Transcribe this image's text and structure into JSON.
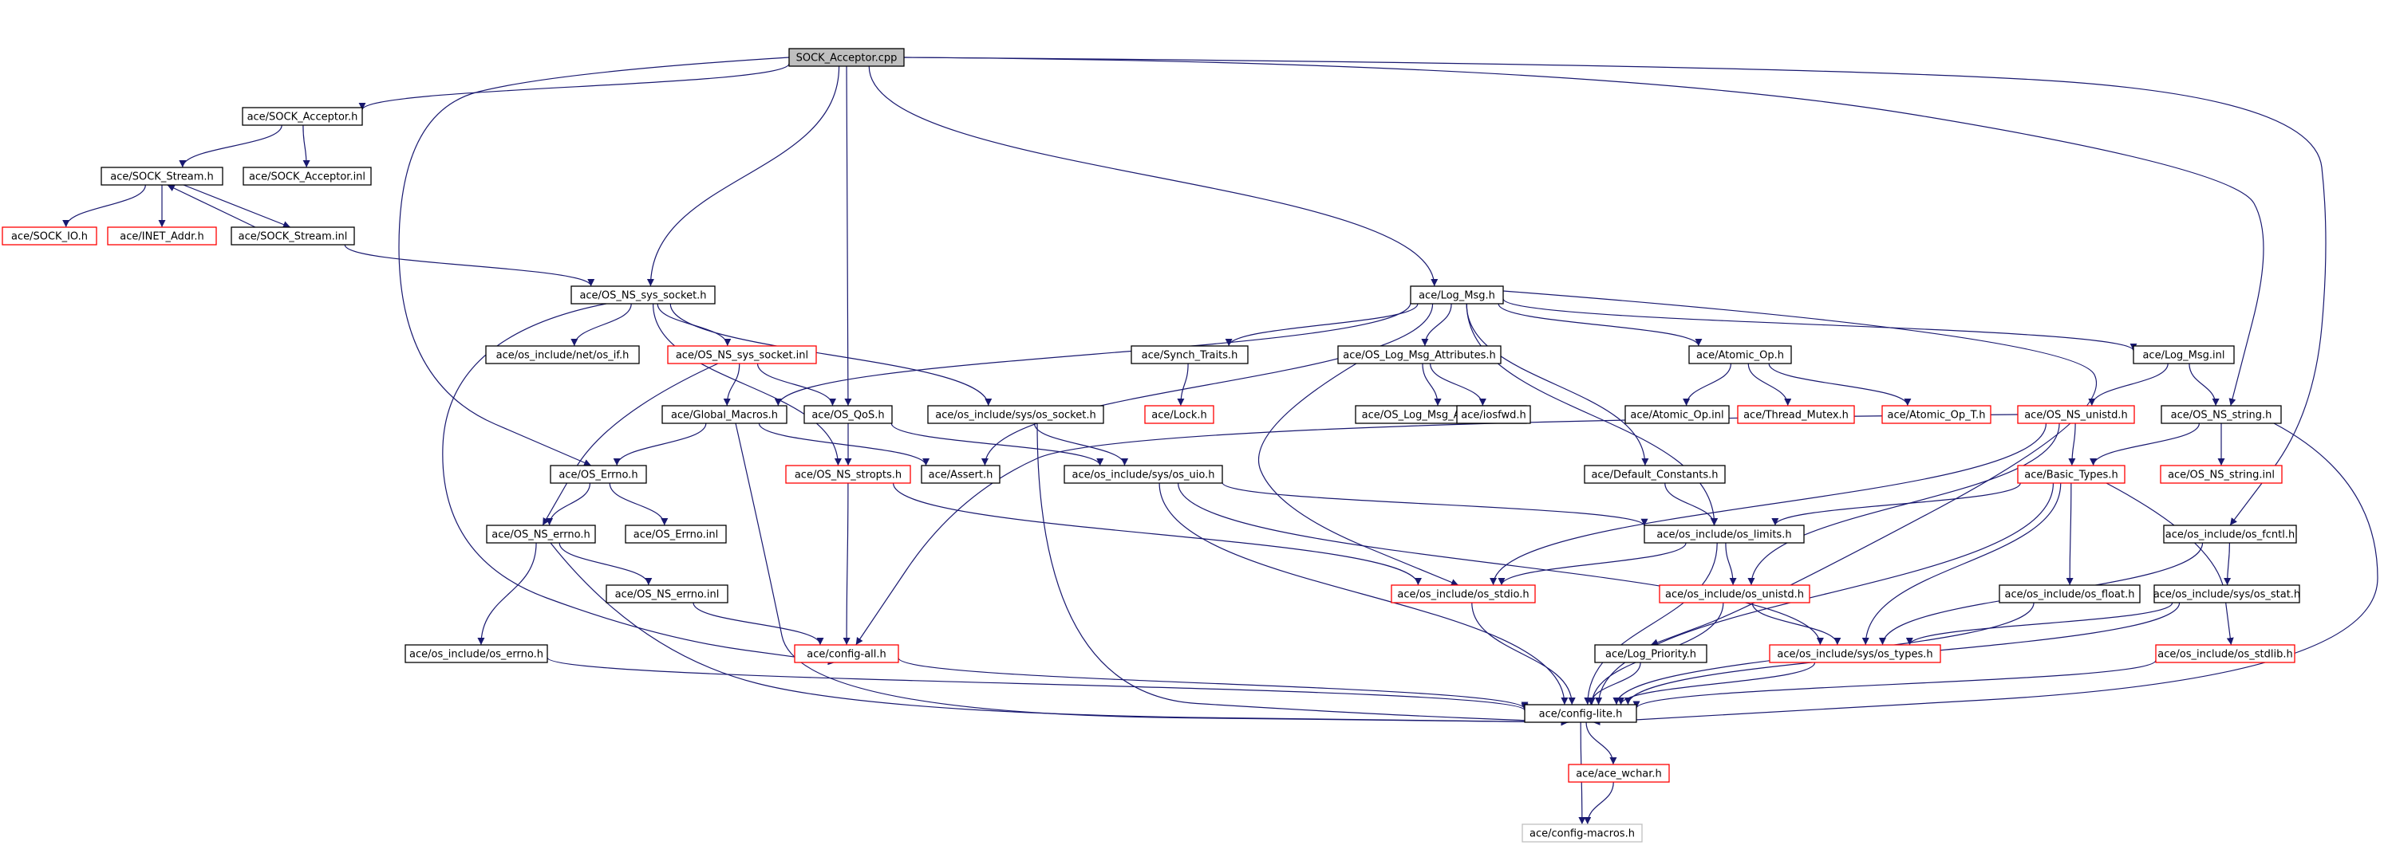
{
  "graph": {
    "nodes": [
      {
        "id": "root",
        "label": "SOCK_Acceptor.cpp",
        "style": "root"
      },
      {
        "id": "sockacc_h",
        "label": "ace/SOCK_Acceptor.h",
        "style": "normal"
      },
      {
        "id": "sockstream_h",
        "label": "ace/SOCK_Stream.h",
        "style": "normal"
      },
      {
        "id": "sockacc_inl",
        "label": "ace/SOCK_Acceptor.inl",
        "style": "normal"
      },
      {
        "id": "sockio_h",
        "label": "ace/SOCK_IO.h",
        "style": "truncated"
      },
      {
        "id": "inetaddr_h",
        "label": "ace/INET_Addr.h",
        "style": "truncated"
      },
      {
        "id": "sockstream_inl",
        "label": "ace/SOCK_Stream.inl",
        "style": "normal"
      },
      {
        "id": "osns_syssocket_h",
        "label": "ace/OS_NS_sys_socket.h",
        "style": "normal"
      },
      {
        "id": "logmsg_h",
        "label": "ace/Log_Msg.h",
        "style": "normal"
      },
      {
        "id": "osif_h",
        "label": "ace/os_include/net/os_if.h",
        "style": "normal"
      },
      {
        "id": "osns_syssocket_inl",
        "label": "ace/OS_NS_sys_socket.inl",
        "style": "truncated"
      },
      {
        "id": "synchtraits_h",
        "label": "ace/Synch_Traits.h",
        "style": "normal"
      },
      {
        "id": "oslogmsgattr_h",
        "label": "ace/OS_Log_Msg_Attributes.h",
        "style": "normal"
      },
      {
        "id": "atomicop_h",
        "label": "ace/Atomic_Op.h",
        "style": "normal"
      },
      {
        "id": "logmsg_inl",
        "label": "ace/Log_Msg.inl",
        "style": "normal"
      },
      {
        "id": "globalmacros_h",
        "label": "ace/Global_Macros.h",
        "style": "normal"
      },
      {
        "id": "osqos_h",
        "label": "ace/OS_QoS.h",
        "style": "normal"
      },
      {
        "id": "ossyssocket_h",
        "label": "ace/os_include/sys/os_socket.h",
        "style": "normal"
      },
      {
        "id": "lock_h",
        "label": "ace/Lock.h",
        "style": "truncated"
      },
      {
        "id": "oslogmsgattr_inl",
        "label": "ace/OS_Log_Msg_Attributes.inl",
        "style": "normal"
      },
      {
        "id": "iosfwd_h",
        "label": "ace/iosfwd.h",
        "style": "normal"
      },
      {
        "id": "atomicop_inl",
        "label": "ace/Atomic_Op.inl",
        "style": "normal"
      },
      {
        "id": "threadmutex_h",
        "label": "ace/Thread_Mutex.h",
        "style": "truncated"
      },
      {
        "id": "atomicopt_h",
        "label": "ace/Atomic_Op_T.h",
        "style": "truncated"
      },
      {
        "id": "osnsunistd_h",
        "label": "ace/OS_NS_unistd.h",
        "style": "truncated"
      },
      {
        "id": "osnsstring_h",
        "label": "ace/OS_NS_string.h",
        "style": "normal"
      },
      {
        "id": "oserrno_h",
        "label": "ace/OS_Errno.h",
        "style": "normal"
      },
      {
        "id": "osnsstropts_h",
        "label": "ace/OS_NS_stropts.h",
        "style": "truncated"
      },
      {
        "id": "assert_h",
        "label": "ace/Assert.h",
        "style": "normal"
      },
      {
        "id": "osuio_h",
        "label": "ace/os_include/sys/os_uio.h",
        "style": "normal"
      },
      {
        "id": "defaultconst_h",
        "label": "ace/Default_Constants.h",
        "style": "normal"
      },
      {
        "id": "basictypes_h",
        "label": "ace/Basic_Types.h",
        "style": "truncated"
      },
      {
        "id": "osnsstring_inl",
        "label": "ace/OS_NS_string.inl",
        "style": "truncated"
      },
      {
        "id": "osnserrno_h",
        "label": "ace/OS_NS_errno.h",
        "style": "normal"
      },
      {
        "id": "oserrno_inl",
        "label": "ace/OS_Errno.inl",
        "style": "normal"
      },
      {
        "id": "oslimits_h",
        "label": "ace/os_include/os_limits.h",
        "style": "normal"
      },
      {
        "id": "osfcntl_h",
        "label": "ace/os_include/os_fcntl.h",
        "style": "normal"
      },
      {
        "id": "osnserrno_inl",
        "label": "ace/OS_NS_errno.inl",
        "style": "normal"
      },
      {
        "id": "osstdio_h",
        "label": "ace/os_include/os_stdio.h",
        "style": "truncated"
      },
      {
        "id": "osunistd_h",
        "label": "ace/os_include/os_unistd.h",
        "style": "truncated"
      },
      {
        "id": "osfloat_h",
        "label": "ace/os_include/os_float.h",
        "style": "normal"
      },
      {
        "id": "osstat_h",
        "label": "ace/os_include/sys/os_stat.h",
        "style": "normal"
      },
      {
        "id": "oserrnoh_h",
        "label": "ace/os_include/os_errno.h",
        "style": "normal"
      },
      {
        "id": "configall_h",
        "label": "ace/config-all.h",
        "style": "truncated"
      },
      {
        "id": "logpriority_h",
        "label": "ace/Log_Priority.h",
        "style": "normal"
      },
      {
        "id": "ostypes_h",
        "label": "ace/os_include/sys/os_types.h",
        "style": "truncated"
      },
      {
        "id": "osstdlib_h",
        "label": "ace/os_include/os_stdlib.h",
        "style": "truncated"
      },
      {
        "id": "configlite_h",
        "label": "ace/config-lite.h",
        "style": "normal"
      },
      {
        "id": "acewchar_h",
        "label": "ace/ace_wchar.h",
        "style": "truncated"
      },
      {
        "id": "configmacros_h",
        "label": "ace/config-macros.h",
        "style": "external"
      }
    ],
    "edges": [
      [
        "root",
        "sockacc_h"
      ],
      [
        "root",
        "oserrno_h"
      ],
      [
        "root",
        "osns_syssocket_h"
      ],
      [
        "root",
        "osqos_h"
      ],
      [
        "root",
        "logmsg_h"
      ],
      [
        "root",
        "osnsstring_h"
      ],
      [
        "root",
        "osfcntl_h"
      ],
      [
        "sockacc_h",
        "sockstream_h"
      ],
      [
        "sockacc_h",
        "sockacc_inl"
      ],
      [
        "sockstream_h",
        "sockio_h"
      ],
      [
        "sockstream_h",
        "inetaddr_h"
      ],
      [
        "sockstream_h",
        "sockstream_inl"
      ],
      [
        "sockstream_inl",
        "sockstream_h"
      ],
      [
        "sockstream_inl",
        "osns_syssocket_h"
      ],
      [
        "osns_syssocket_h",
        "osif_h"
      ],
      [
        "osns_syssocket_h",
        "osns_syssocket_inl"
      ],
      [
        "osns_syssocket_h",
        "ossyssocket_h"
      ],
      [
        "osns_syssocket_h",
        "osnsstropts_h"
      ],
      [
        "osns_syssocket_h",
        "configall_h"
      ],
      [
        "osns_syssocket_inl",
        "globalmacros_h"
      ],
      [
        "osns_syssocket_inl",
        "osqos_h"
      ],
      [
        "osns_syssocket_inl",
        "osnserrno_h"
      ],
      [
        "logmsg_h",
        "synchtraits_h"
      ],
      [
        "logmsg_h",
        "oslogmsgattr_h"
      ],
      [
        "logmsg_h",
        "atomicop_h"
      ],
      [
        "logmsg_h",
        "logmsg_inl"
      ],
      [
        "logmsg_h",
        "globalmacros_h"
      ],
      [
        "logmsg_h",
        "assert_h"
      ],
      [
        "logmsg_h",
        "defaultconst_h"
      ],
      [
        "logmsg_h",
        "oslimits_h"
      ],
      [
        "logmsg_h",
        "logpriority_h"
      ],
      [
        "synchtraits_h",
        "lock_h"
      ],
      [
        "oslogmsgattr_h",
        "oslogmsgattr_inl"
      ],
      [
        "oslogmsgattr_h",
        "iosfwd_h"
      ],
      [
        "oslogmsgattr_h",
        "osstdio_h"
      ],
      [
        "atomicop_h",
        "atomicop_inl"
      ],
      [
        "atomicop_h",
        "threadmutex_h"
      ],
      [
        "atomicop_h",
        "atomicopt_h"
      ],
      [
        "logmsg_inl",
        "osnsunistd_h"
      ],
      [
        "logmsg_inl",
        "osnsstring_h"
      ],
      [
        "globalmacros_h",
        "oserrno_h"
      ],
      [
        "globalmacros_h",
        "assert_h"
      ],
      [
        "globalmacros_h",
        "configlite_h"
      ],
      [
        "osqos_h",
        "osnsstropts_h"
      ],
      [
        "osqos_h",
        "osuio_h"
      ],
      [
        "ossyssocket_h",
        "osuio_h"
      ],
      [
        "ossyssocket_h",
        "configlite_h"
      ],
      [
        "osnsunistd_h",
        "basictypes_h"
      ],
      [
        "osnsunistd_h",
        "osunistd_h"
      ],
      [
        "osnsunistd_h",
        "osstdio_h"
      ],
      [
        "osnsunistd_h",
        "configall_h"
      ],
      [
        "osnsstring_h",
        "basictypes_h"
      ],
      [
        "osnsstring_h",
        "osnsstring_inl"
      ],
      [
        "osnsstring_h",
        "configlite_h"
      ],
      [
        "oserrno_h",
        "osnserrno_h"
      ],
      [
        "oserrno_h",
        "oserrno_inl"
      ],
      [
        "osnsstropts_h",
        "osstdio_h"
      ],
      [
        "osnsstropts_h",
        "configall_h"
      ],
      [
        "osuio_h",
        "oslimits_h"
      ],
      [
        "osuio_h",
        "ostypes_h"
      ],
      [
        "osuio_h",
        "configlite_h"
      ],
      [
        "defaultconst_h",
        "oslimits_h"
      ],
      [
        "basictypes_h",
        "oslimits_h"
      ],
      [
        "basictypes_h",
        "osfloat_h"
      ],
      [
        "basictypes_h",
        "ostypes_h"
      ],
      [
        "basictypes_h",
        "osstdlib_h"
      ],
      [
        "basictypes_h",
        "configlite_h"
      ],
      [
        "osnserrno_h",
        "osnserrno_inl"
      ],
      [
        "osnserrno_h",
        "oserrnoh_h"
      ],
      [
        "osnserrno_h",
        "configlite_h"
      ],
      [
        "oslimits_h",
        "osunistd_h"
      ],
      [
        "oslimits_h",
        "osstdio_h"
      ],
      [
        "oslimits_h",
        "configlite_h"
      ],
      [
        "osfcntl_h",
        "osstat_h"
      ],
      [
        "osfcntl_h",
        "ostypes_h"
      ],
      [
        "osnserrno_inl",
        "configall_h"
      ],
      [
        "osstdio_h",
        "configlite_h"
      ],
      [
        "osunistd_h",
        "ostypes_h"
      ],
      [
        "osunistd_h",
        "configlite_h"
      ],
      [
        "osfloat_h",
        "configlite_h"
      ],
      [
        "osstat_h",
        "ostypes_h"
      ],
      [
        "osstat_h",
        "configlite_h"
      ],
      [
        "oserrnoh_h",
        "configlite_h"
      ],
      [
        "configall_h",
        "configlite_h"
      ],
      [
        "logpriority_h",
        "configlite_h"
      ],
      [
        "ostypes_h",
        "configlite_h"
      ],
      [
        "osstdlib_h",
        "configlite_h"
      ],
      [
        "configlite_h",
        "acewchar_h"
      ],
      [
        "configlite_h",
        "configmacros_h"
      ],
      [
        "acewchar_h",
        "configmacros_h"
      ]
    ]
  },
  "colors": {
    "edge": "#191970",
    "border_normal": "#000000",
    "border_truncated": "#ff0000",
    "border_external": "#bfbfbf",
    "root_fill": "#bfbfbf",
    "node_fill": "#ffffff"
  }
}
